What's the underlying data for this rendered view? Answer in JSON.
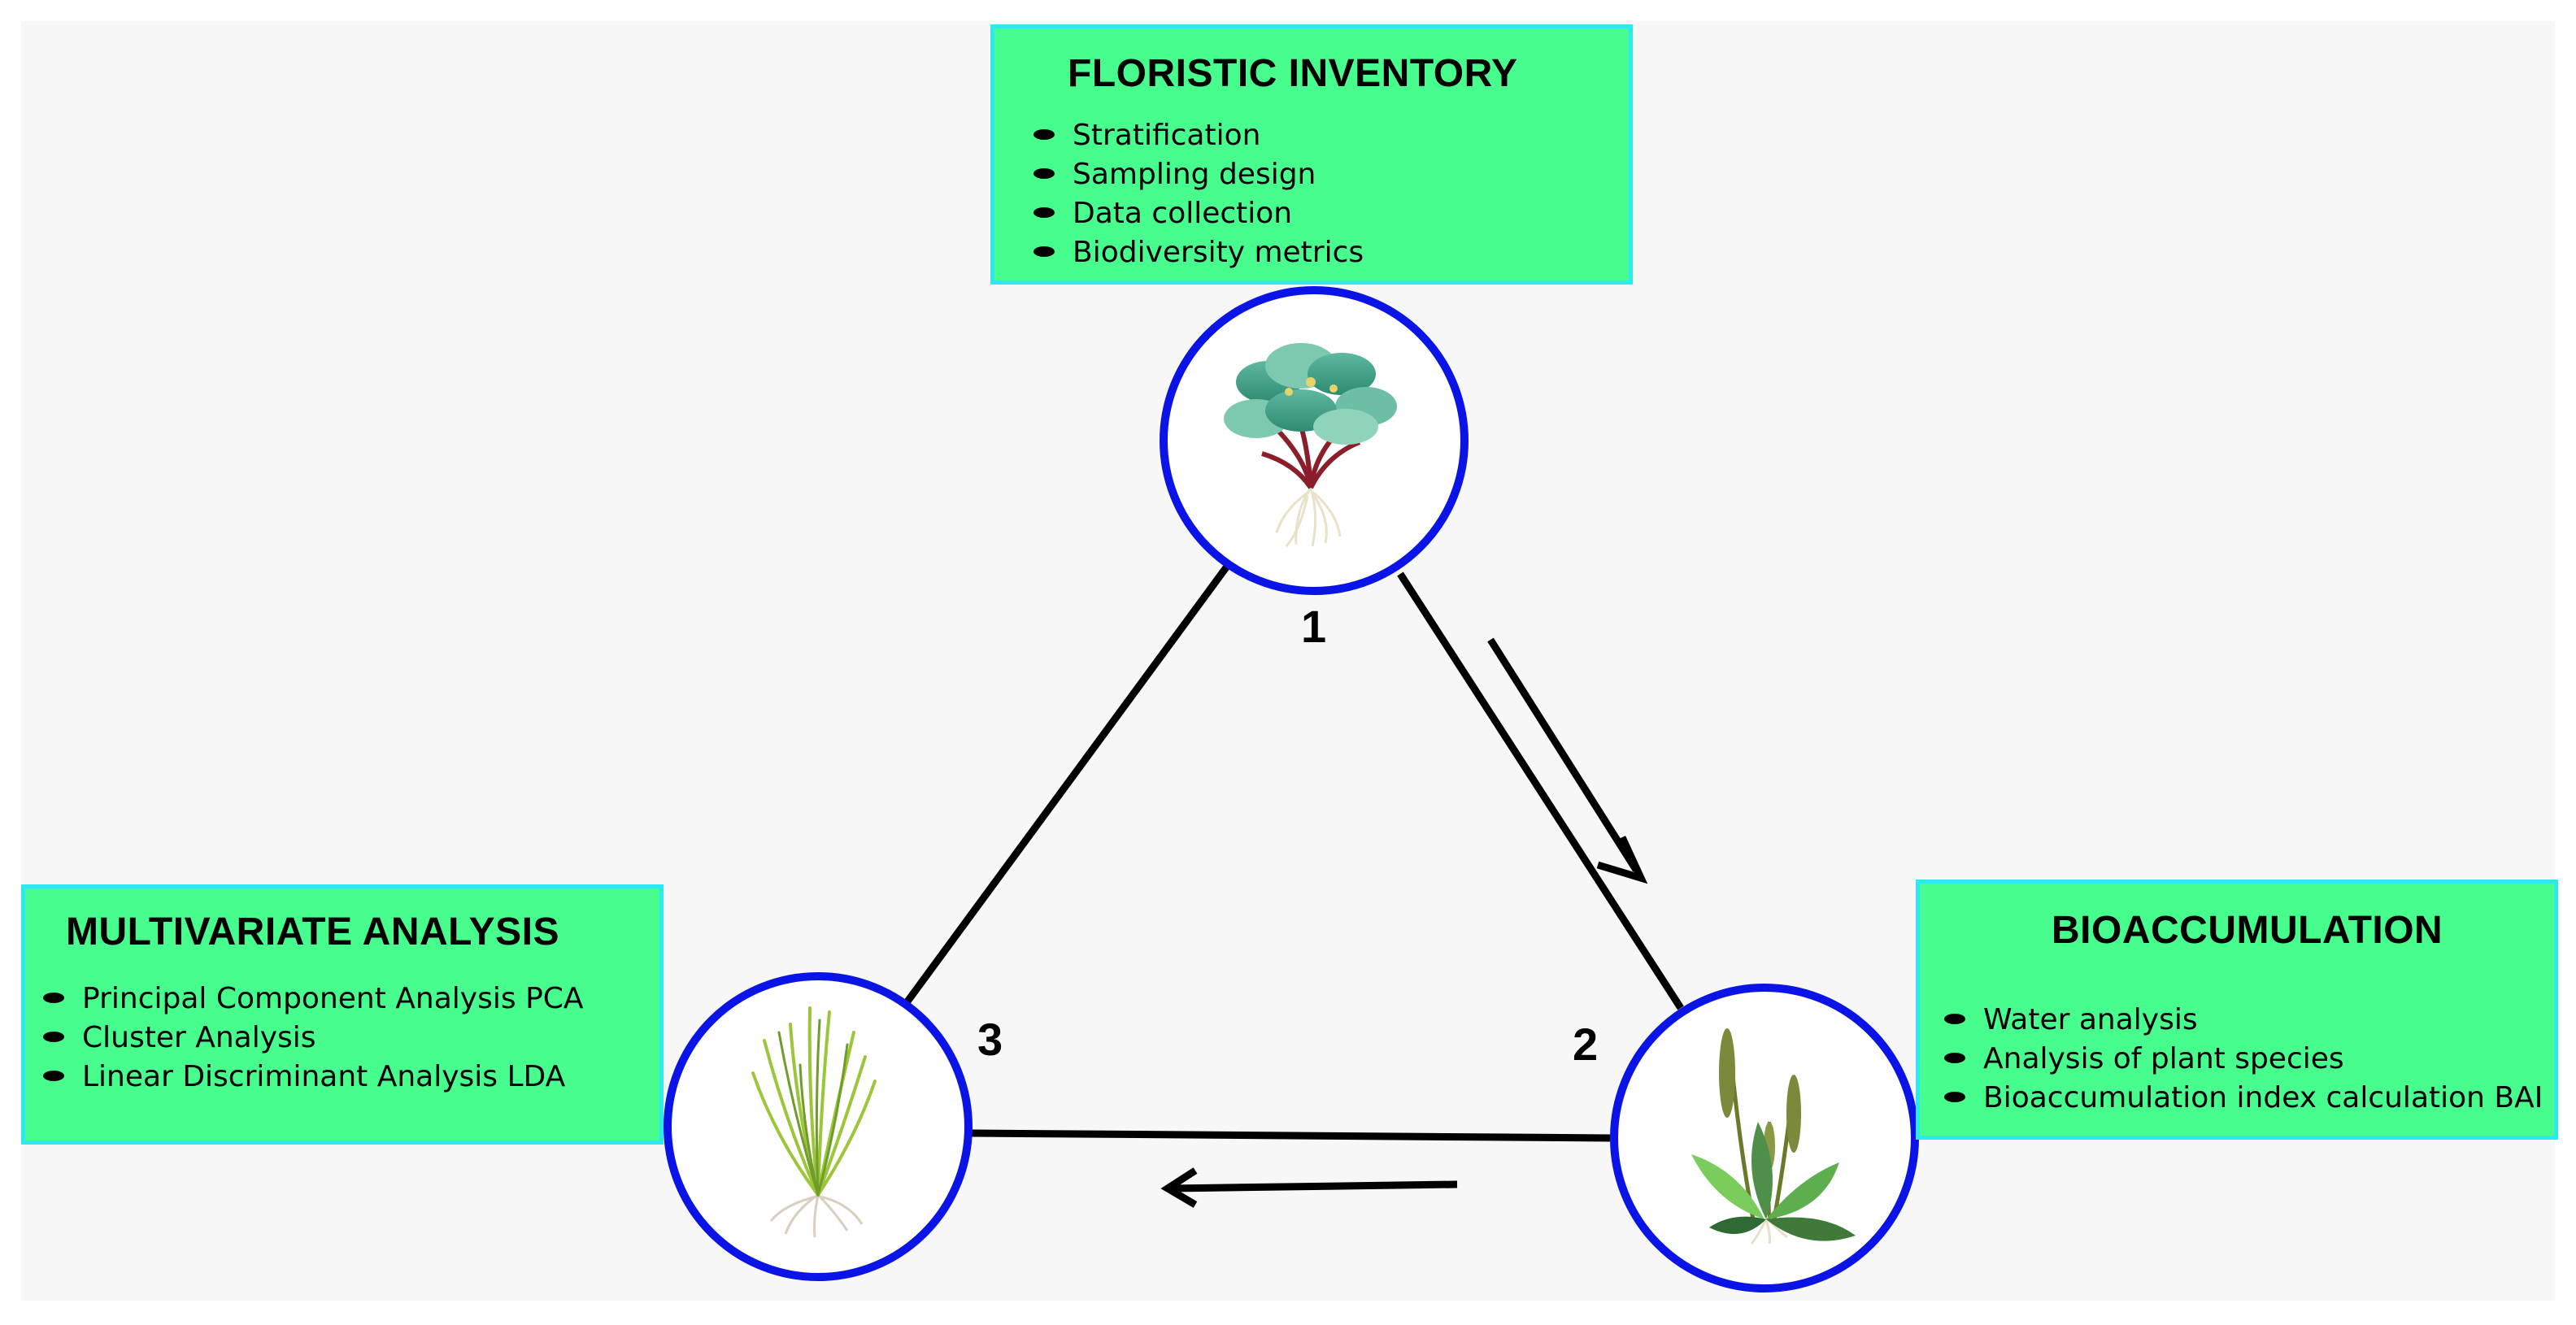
{
  "colors": {
    "box_fill": "#47fd8d",
    "box_border": "#2ee8f0",
    "circle_stroke": "#0a14e6",
    "line": "#000000"
  },
  "boxes": {
    "floristic": {
      "title": "FLORISTIC INVENTORY",
      "items": [
        "Stratification",
        "Sampling design",
        "Data collection",
        "Biodiversity metrics"
      ]
    },
    "bioaccumulation": {
      "title": "BIOACCUMULATION",
      "items": [
        "Water analysis",
        "Analysis of plant species",
        "Bioaccumulation index calculation BAI"
      ]
    },
    "multivariate": {
      "title": "MULTIVARIATE ANALYSIS",
      "items": [
        "Principal Component Analysis PCA",
        "Cluster Analysis",
        "Linear Discriminant Analysis LDA"
      ]
    }
  },
  "nodes": {
    "n1": {
      "label": "1",
      "icon": "pennywort-plant-icon"
    },
    "n2": {
      "label": "2",
      "icon": "plantain-plant-icon"
    },
    "n3": {
      "label": "3",
      "icon": "grass-tuft-icon"
    }
  }
}
